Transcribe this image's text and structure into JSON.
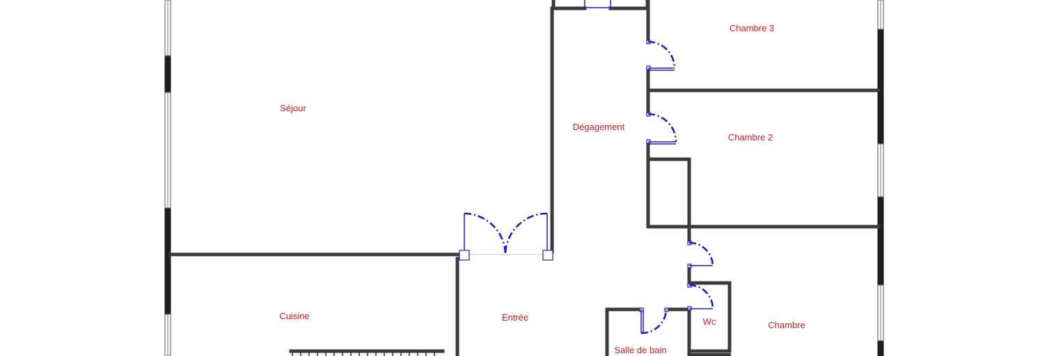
{
  "colors": {
    "wall": "#3a3a3a",
    "outer_wall": "#1e1e1e",
    "door": "#1a1ad6",
    "label": "#d01c1c",
    "window_frame": "#707070",
    "background": "#ffffff"
  },
  "rooms": {
    "sejour": "Séjour",
    "degagement": "Dégagement",
    "chambre3": "Chambre 3",
    "chambre2": "Chambre 2",
    "cuisine": "Cuisine",
    "entree": "Entrée",
    "wc": "Wc",
    "chambre": "Chambre",
    "salle_de_bain": "Salle de bain"
  }
}
